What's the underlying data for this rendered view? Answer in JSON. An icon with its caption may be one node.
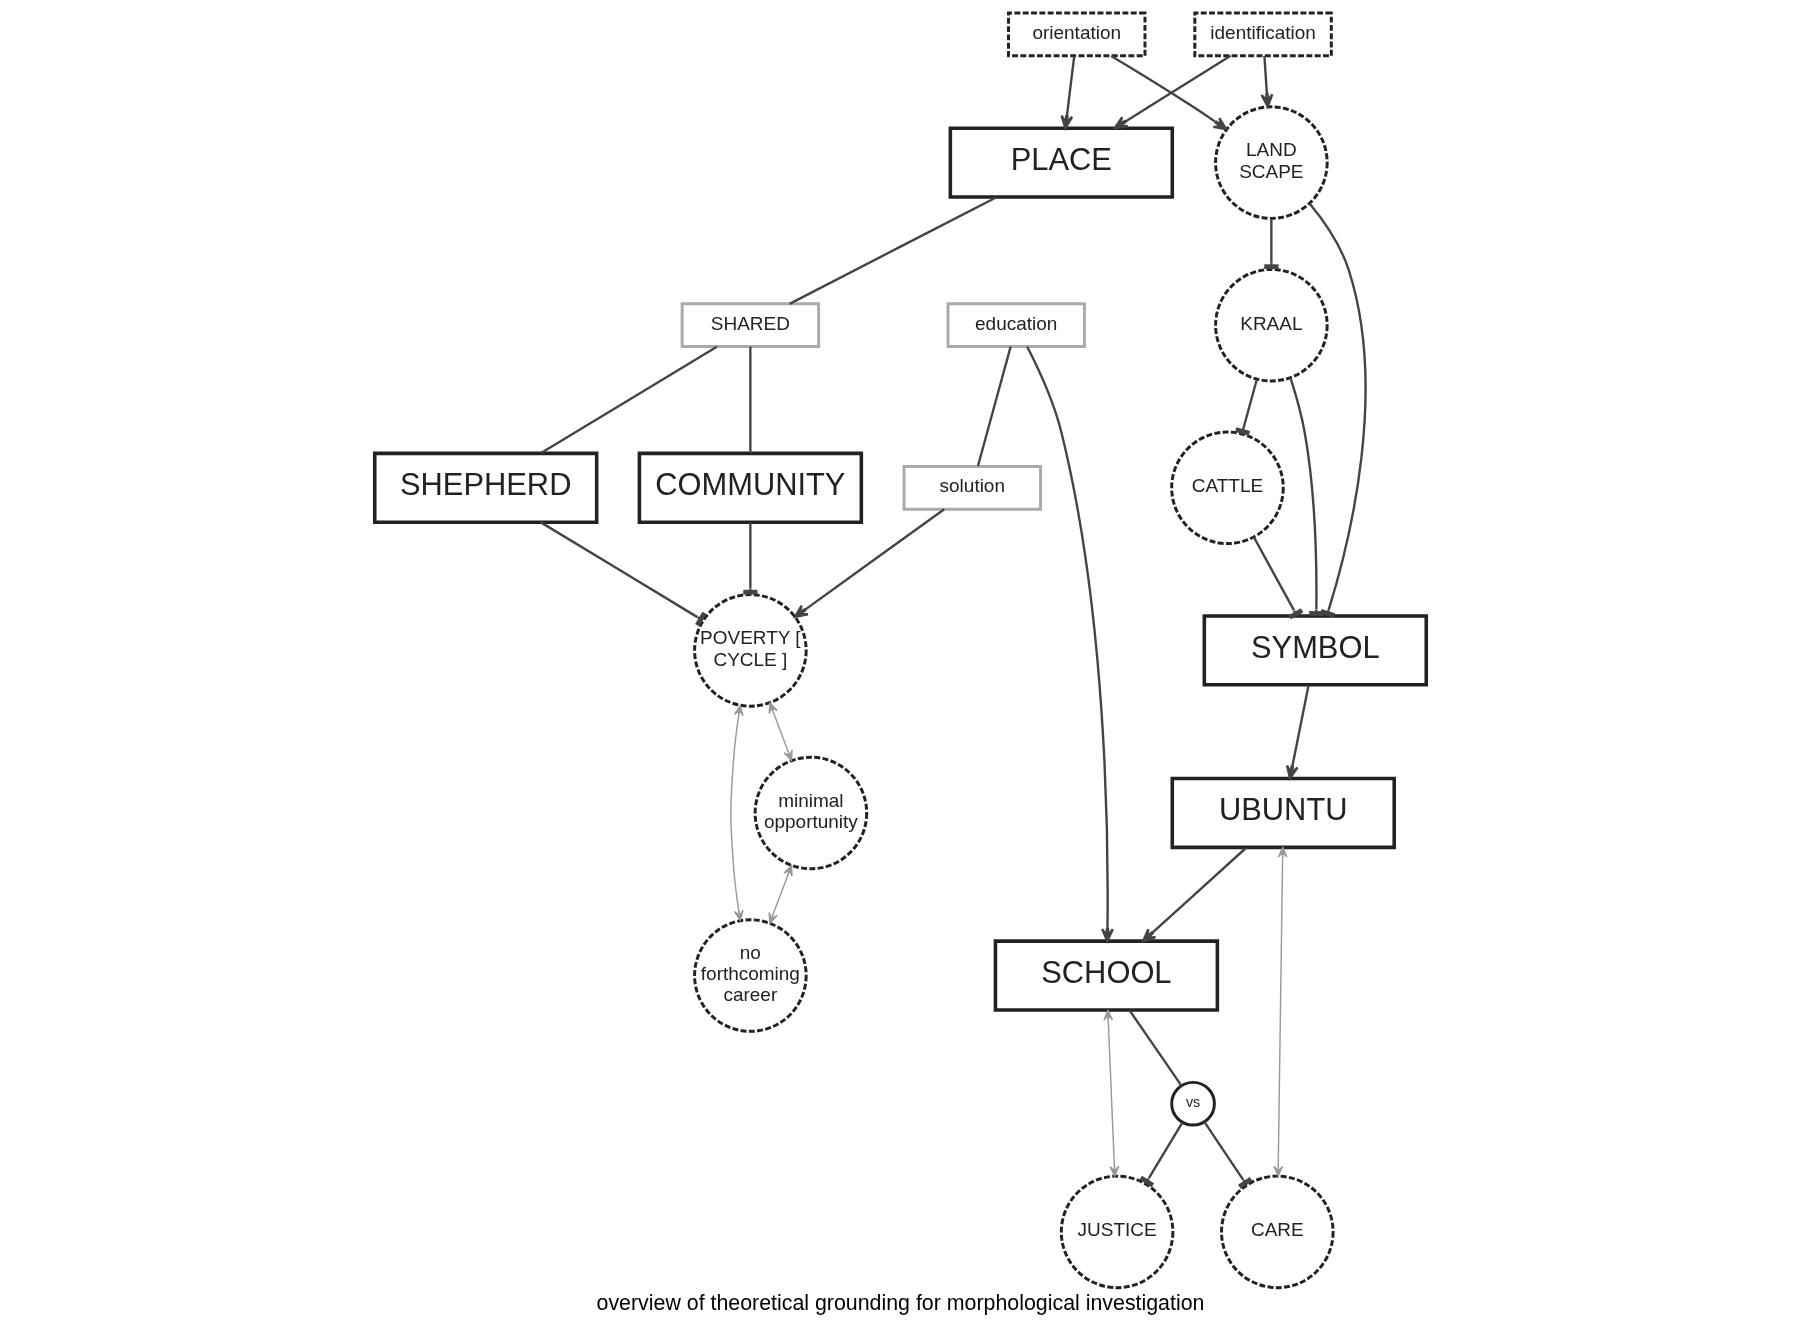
{
  "diagram": {
    "caption": "overview of theoretical grounding for morphological investigation",
    "nodes": [
      {
        "text": [
          "PLACE"
        ]
      },
      {
        "text": [
          "SHARED"
        ]
      },
      {
        "text": [
          "SHEPHERD"
        ]
      },
      {
        "text": [
          "COMMUNITY"
        ]
      },
      {
        "text": [
          "POVERTY [ CYCLE ]"
        ]
      },
      {
        "text": [
          "minimal opportunity"
        ]
      },
      {
        "text": [
          "no forthcoming career"
        ]
      },
      {
        "text": [
          "orientation"
        ]
      },
      {
        "text": [
          "identification"
        ]
      },
      {
        "text": [
          "LAND SCAPE"
        ]
      },
      {
        "text": [
          "KRAAL"
        ]
      },
      {
        "text": [
          "CATTLE"
        ]
      },
      {
        "text": [
          "SYMBOL"
        ]
      },
      {
        "text": [
          "UBUNTU"
        ]
      },
      {
        "text": [
          "SCHOOL"
        ]
      },
      {
        "text": [
          "solution"
        ]
      },
      {
        "text": [
          "education"
        ]
      },
      {
        "text": [
          "CARE"
        ]
      },
      {
        "text": [
          "vs"
        ]
      },
      {
        "text": [
          "JUSTICE"
        ]
      }
    ],
    "edges": [
      {
        "from": 0,
        "to": 1,
        "arrow": "none"
      },
      {
        "from": 1,
        "to": 2,
        "arrow": "none"
      },
      {
        "from": 1,
        "to": 3,
        "arrow": "none"
      },
      {
        "from": 2,
        "to": 4,
        "arrow": "other"
      },
      {
        "from": 3,
        "to": 4,
        "arrow": "other"
      },
      {
        "from": 4,
        "to": 5,
        "arrow": "both",
        "color": "#999999"
      },
      {
        "from": 5,
        "to": 6,
        "arrow": "both",
        "color": "#999999"
      },
      {
        "from": 4,
        "to": 6,
        "arrow": "both",
        "color": "#999999"
      },
      {
        "from": 7,
        "to": 0,
        "arrow": "to"
      },
      {
        "from": 8,
        "to": 0,
        "arrow": "to"
      },
      {
        "from": 7,
        "to": 9,
        "arrow": "to"
      },
      {
        "from": 8,
        "to": 9,
        "arrow": "to"
      },
      {
        "from": 9,
        "to": 10,
        "arrow": "other"
      },
      {
        "from": 10,
        "to": 11,
        "arrow": "other"
      },
      {
        "from": 9,
        "to": 12,
        "arrow": "other"
      },
      {
        "from": 10,
        "to": 12,
        "arrow": "other"
      },
      {
        "from": 11,
        "to": 12,
        "arrow": "other"
      },
      {
        "from": 12,
        "to": 13,
        "arrow": "to"
      },
      {
        "from": 13,
        "to": 14,
        "arrow": "to"
      },
      {
        "from": 15,
        "to": 4,
        "arrow": "to"
      },
      {
        "from": 16,
        "to": 15,
        "arrow": "none"
      },
      {
        "from": 16,
        "to": 14,
        "arrow": "to"
      },
      {
        "from": 14,
        "to": 18,
        "arrow": "none"
      },
      {
        "from": 18,
        "to": 17,
        "arrow": "other"
      },
      {
        "from": 18,
        "to": 19,
        "arrow": "other"
      },
      {
        "from": 13,
        "to": 17,
        "arrow": "both",
        "color": "#999999"
      },
      {
        "from": 14,
        "to": 19,
        "arrow": "both",
        "color": "#999999"
      }
    ]
  }
}
